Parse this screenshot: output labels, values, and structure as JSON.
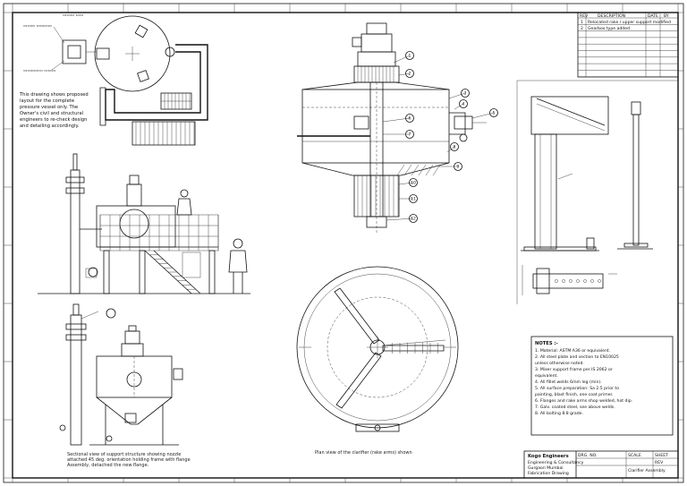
{
  "drawing": {
    "type": "mechanical-fabrication-drawing",
    "notes_left": [
      "This drawing shows proposed",
      "layout for the complete",
      "pressure vessel only. The",
      "Owner's civil and structural",
      "engineers to re-check design",
      "and detailing accordingly."
    ],
    "caption_section": [
      "Sectional view of support structure showing nozzle",
      "attached 45 deg. orientation holding frame with flange",
      "Assembly, detached the new flange."
    ],
    "caption_plan": "Plan view of the clarifier (rake arms) shown",
    "notes_box": {
      "title": "NOTES :-",
      "lines": [
        "1. Material: ASTM A36 or equivalent.",
        "2. All steel plate and section to EN10025",
        "   unless otherwise noted.",
        "3. Mixer support frame per IS 2062 or",
        "   equivalent.",
        "4. All fillet welds 6mm leg (min).",
        "5. All surface preparation: Sa 2.5 prior to",
        "   painting, blast finish, one coat primer.",
        "6. Flanges and rake arms shop welded, hot dip.",
        "7. Galv. coated steel, see above welds.",
        "8. All bolting 8.8 grade."
      ]
    },
    "revision_table": {
      "headers": [
        "REV",
        "DESCRIPTION",
        "DATE",
        "BY"
      ],
      "rows": [
        [
          "1",
          "Relocated rake / upper support modified",
          "",
          ""
        ],
        [
          "2",
          "Gearbox type added",
          "",
          ""
        ],
        [
          "",
          "",
          "",
          ""
        ],
        [
          "",
          "",
          "",
          ""
        ],
        [
          "",
          "",
          "",
          ""
        ],
        [
          "",
          "",
          "",
          ""
        ],
        [
          "",
          "",
          "",
          ""
        ],
        [
          "",
          "",
          "",
          ""
        ],
        [
          "",
          "",
          "",
          ""
        ]
      ]
    },
    "title_block": {
      "company": "Kogo Engineers",
      "lines": [
        "Engineering & Consultancy",
        "Gurgaon Mumbai",
        "Fabrication Drawing"
      ],
      "fields": [
        "DRG. NO.",
        "SCALE",
        "SHEET",
        "REV"
      ],
      "drawing_title": "Clarifier Assembly"
    },
    "balloon_marks": [
      "1",
      "2",
      "3",
      "4",
      "5",
      "6",
      "7",
      "8",
      "9",
      "10",
      "11",
      "12"
    ]
  }
}
